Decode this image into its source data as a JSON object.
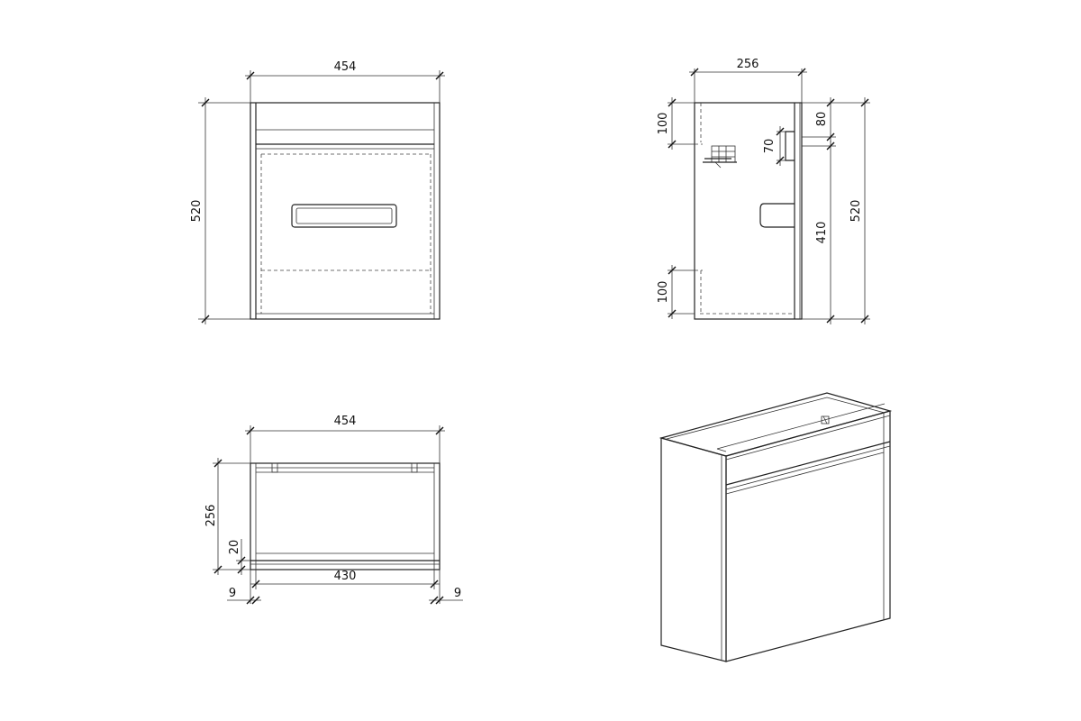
{
  "colors": {
    "line": "#222222",
    "background": "#ffffff"
  },
  "front_view": {
    "width_label": "454",
    "height_label": "520"
  },
  "side_view": {
    "depth_label": "256",
    "top_offset_label": "100",
    "bottom_offset_label": "100",
    "top_rail_label": "80",
    "siphon_gap_label": "70",
    "lower_label": "410",
    "height_label": "520"
  },
  "top_view": {
    "width_label": "454",
    "depth_label": "256",
    "panel_label": "20",
    "inner_width_label": "430",
    "left_offset_label": "9",
    "right_offset_label": "9"
  }
}
